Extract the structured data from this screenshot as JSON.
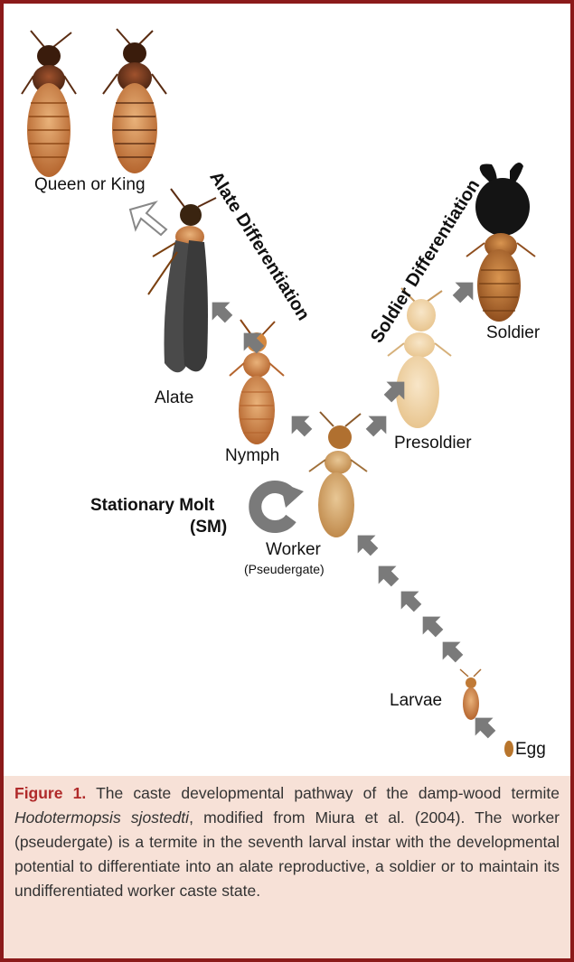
{
  "stages": {
    "queen_king": "Queen or King",
    "alate": "Alate",
    "nymph": "Nymph",
    "worker": "Worker",
    "worker_sub": "(Pseudergate)",
    "presoldier": "Presoldier",
    "soldier": "Soldier",
    "larvae": "Larvae",
    "egg": "Egg"
  },
  "pathways": {
    "alate": "Alate Differentiation",
    "soldier": "Soldier Differentiation",
    "stationary_molt_line1": "Stationary Molt",
    "stationary_molt_line2": "(SM)"
  },
  "caption": {
    "figure_label": "Figure 1.",
    "text_before_species": " The caste developmental pathway of the damp-wood termite ",
    "species": "Hodotermopsis sjostedti",
    "text_after_species": ", modified from Miura et al. (2004). The worker (pseudergate) is a termite in the seventh larval instar with the developmental potential to differentiate into an alate reproductive, a soldier or to maintain its undifferentiated worker caste state."
  },
  "colors": {
    "border": "#8b1a1a",
    "caption_bg": "#f7e1d7",
    "figure_label": "#b02a2a",
    "arrow": "#7a7a7a"
  }
}
